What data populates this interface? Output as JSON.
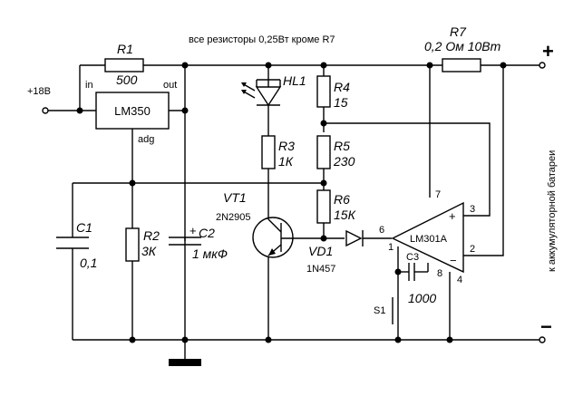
{
  "note": "все резисторы 0,25Вт кроме R7",
  "supply_label": "+18В",
  "plus_sign": "+",
  "minus_sign": "−",
  "battery_label": "к аккумуляторной батареи",
  "regulator": {
    "name": "LM350",
    "pin_in": "in",
    "pin_out": "out",
    "pin_adj": "adg"
  },
  "opamp": {
    "name": "LM301A",
    "pin_plus": "+",
    "pin_minus": "−",
    "pins": [
      "7",
      "3",
      "2",
      "6",
      "1",
      "8",
      "4"
    ]
  },
  "components": {
    "R1": {
      "ref": "R1",
      "value": "500"
    },
    "R2": {
      "ref": "R2",
      "value": "3К"
    },
    "R3": {
      "ref": "R3",
      "value": "1К"
    },
    "R4": {
      "ref": "R4",
      "value": "15"
    },
    "R5": {
      "ref": "R5",
      "value": "230"
    },
    "R6": {
      "ref": "R6",
      "value": "15К"
    },
    "R7": {
      "ref": "R7",
      "value": "0,2 Ом 10Вт"
    },
    "C1": {
      "ref": "C1",
      "value": "0,1"
    },
    "C2": {
      "ref": "C2",
      "value": "1 мкФ",
      "polarity": "+"
    },
    "C3": {
      "ref": "C3",
      "value": "1000"
    },
    "HL1": {
      "ref": "HL1"
    },
    "VT1": {
      "ref": "VT1",
      "part": "2N2905"
    },
    "VD1": {
      "ref": "VD1",
      "part": "1N457"
    },
    "S1": {
      "ref": "S1"
    }
  }
}
